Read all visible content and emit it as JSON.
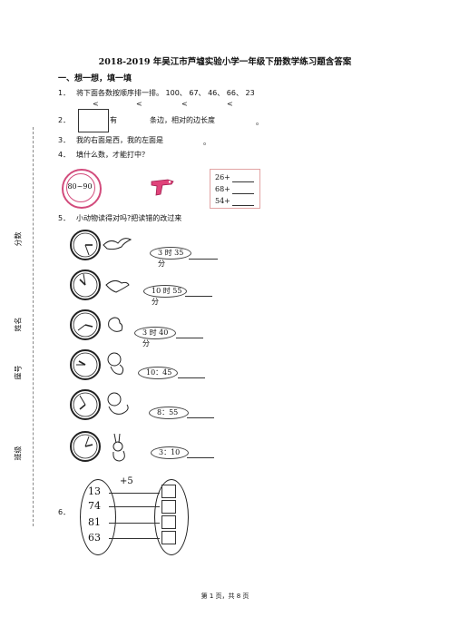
{
  "title": "2018-2019 年吴江市芦墟实验小学一年级下册数学练习题含答案",
  "section1": "一、想一想，填一填",
  "q1": {
    "num": "1．",
    "text": "将下面各数按顺序排一排。 100、 67、 46、 66、 23",
    "lt": [
      "<",
      "<",
      "<",
      "<"
    ]
  },
  "q2": {
    "num": "2．",
    "mid": "有",
    "tail": "条边，相对的边长度",
    "end": "。"
  },
  "q3": {
    "num": "3．",
    "text": "我的右面是西，我的左面是",
    "end": "。"
  },
  "q4": {
    "num": "4．",
    "text": "填什么数，才能打中？",
    "target": "80~90",
    "sums": [
      "26+",
      "68+",
      "54+"
    ]
  },
  "q5": {
    "num": "5．",
    "text": "小动物读得对吗?把读错的改过来",
    "answers": [
      "3 时 35 分",
      "10 时 55 分",
      "3 时 40 分",
      "10：45",
      "8：55",
      "3：10"
    ],
    "animals": [
      "bird-icon",
      "bird-icon",
      "bird-icon",
      "monkey-icon",
      "monkey-icon",
      "rabbit-icon"
    ]
  },
  "q6": {
    "num": "6．",
    "op": "+5",
    "inputs": [
      "13",
      "74",
      "81",
      "63"
    ]
  },
  "side": {
    "score": "分数",
    "name": "姓名",
    "seat": "座号",
    "class": "班级"
  },
  "footer": "第 1 页，共 8 页"
}
